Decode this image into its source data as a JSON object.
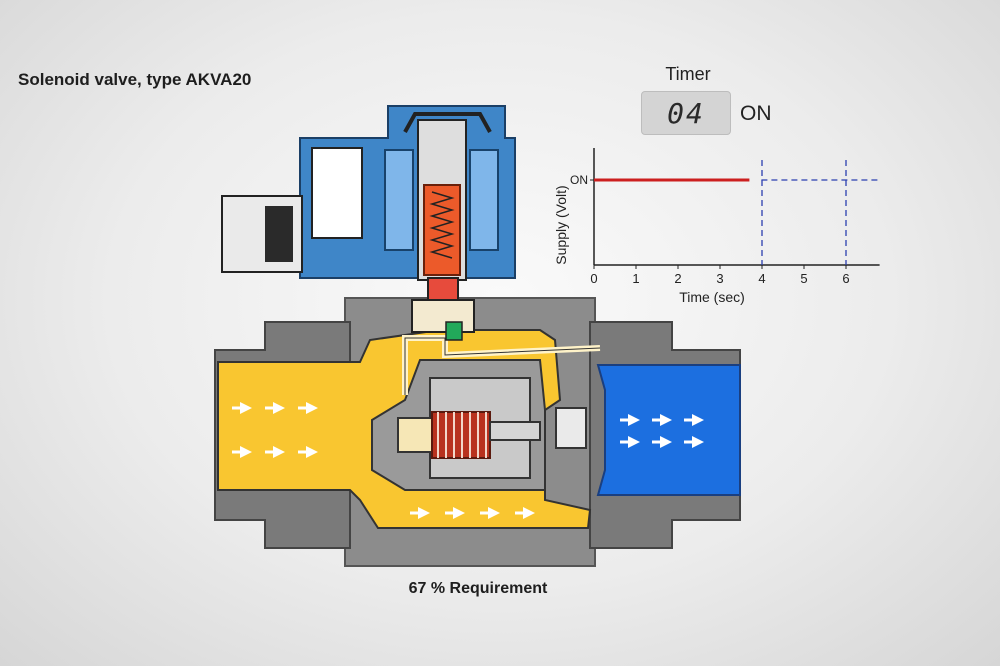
{
  "title": "Solenoid valve, type AKVA20",
  "caption": "67 % Requirement",
  "timer": {
    "label": "Timer",
    "value": "04",
    "state": "ON"
  },
  "colors": {
    "inlet_fluid": "#f9c630",
    "outlet_fluid": "#1c6fe0",
    "coil_housing": "#3f86c8",
    "armature": "#ec5a2a",
    "supply_line": "#cc1f1f",
    "body": "#8c8c8c"
  },
  "chart_data": {
    "type": "line",
    "xlabel": "Time (sec)",
    "ylabel": "Supply (Volt)",
    "x_ticks": [
      "0",
      "1",
      "2",
      "3",
      "4",
      "5",
      "6"
    ],
    "y_ticks": [
      "ON"
    ],
    "xlim": [
      0,
      6.8
    ],
    "series": [
      {
        "x": [
          0,
          3.7
        ],
        "y": [
          1,
          1
        ],
        "style": "solid"
      }
    ],
    "reference_lines": [
      {
        "orientation": "vertical",
        "x": 4,
        "style": "dashed"
      },
      {
        "orientation": "vertical",
        "x": 6,
        "style": "dashed"
      },
      {
        "orientation": "horizontal",
        "y": 1,
        "from_x": 3.7,
        "to_x": 6.8,
        "style": "dashed"
      }
    ]
  }
}
